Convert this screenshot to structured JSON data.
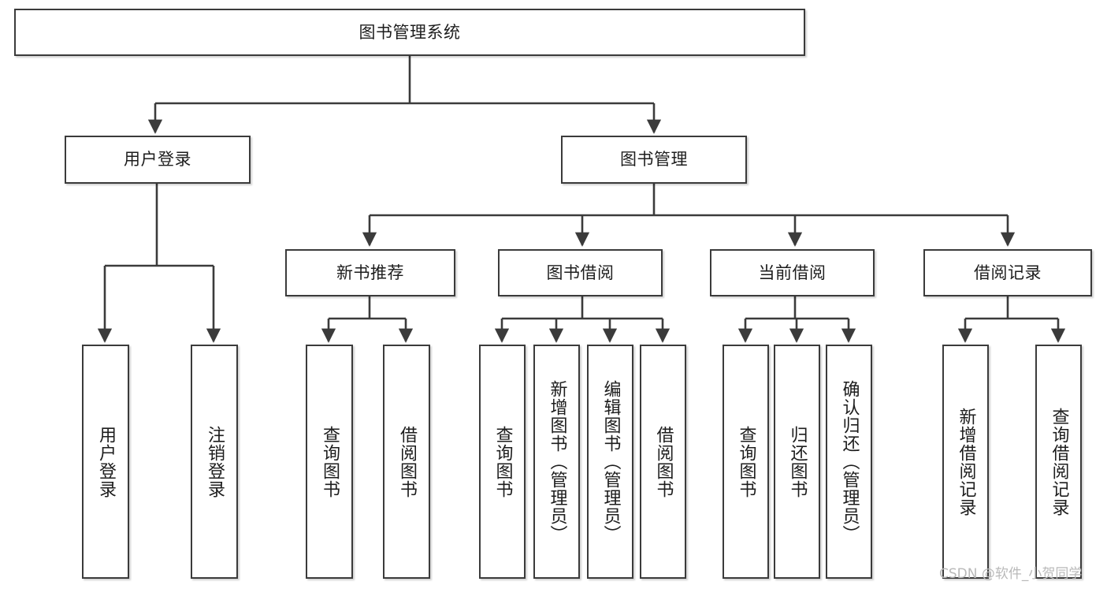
{
  "diagram": {
    "type": "tree-hierarchy-chart",
    "title": "图书管理系统",
    "watermark": "CSDN @软件_小贺同学",
    "colors": {
      "box_border": "#3b3b3b",
      "box_fill": "#ffffff",
      "connector": "#3b3b3b",
      "text": "#1d1d1d",
      "watermark": "#b9b9b9",
      "background": "#ffffff"
    },
    "levels": {
      "root": "图书管理系统",
      "level2": [
        "用户登录",
        "图书管理"
      ],
      "level3": [
        "新书推荐",
        "图书借阅",
        "当前借阅",
        "借阅记录"
      ]
    },
    "nodes": {
      "root": {
        "label": "图书管理系统"
      },
      "user_login": {
        "label": "用户登录"
      },
      "book_manage": {
        "label": "图书管理"
      },
      "new_book_rec": {
        "label": "新书推荐"
      },
      "book_borrow": {
        "label": "图书借阅"
      },
      "current_borrow": {
        "label": "当前借阅"
      },
      "borrow_record": {
        "label": "借阅记录"
      },
      "leaf_user_login": {
        "label": "用户登录"
      },
      "leaf_logout": {
        "label": "注销登录"
      },
      "leaf_query_book_1": {
        "label": "查询图书"
      },
      "leaf_borrow_book_1": {
        "label": "借阅图书"
      },
      "leaf_query_book_2": {
        "label": "查询图书"
      },
      "leaf_add_book": {
        "label": "新增图书（管理员）"
      },
      "leaf_edit_book": {
        "label": "编辑图书（管理员）"
      },
      "leaf_borrow_book_2": {
        "label": "借阅图书"
      },
      "leaf_query_book_3": {
        "label": "查询图书"
      },
      "leaf_return_book": {
        "label": "归还图书"
      },
      "leaf_confirm_return": {
        "label": "确认归还（管理员）"
      },
      "leaf_add_record": {
        "label": "新增借阅记录"
      },
      "leaf_query_record": {
        "label": "查询借阅记录"
      }
    },
    "edges": [
      {
        "from": "root",
        "to": "user_login"
      },
      {
        "from": "root",
        "to": "book_manage"
      },
      {
        "from": "user_login",
        "to": "leaf_user_login"
      },
      {
        "from": "user_login",
        "to": "leaf_logout"
      },
      {
        "from": "book_manage",
        "to": "new_book_rec"
      },
      {
        "from": "book_manage",
        "to": "book_borrow"
      },
      {
        "from": "book_manage",
        "to": "current_borrow"
      },
      {
        "from": "book_manage",
        "to": "borrow_record"
      },
      {
        "from": "new_book_rec",
        "to": "leaf_query_book_1"
      },
      {
        "from": "new_book_rec",
        "to": "leaf_borrow_book_1"
      },
      {
        "from": "book_borrow",
        "to": "leaf_query_book_2"
      },
      {
        "from": "book_borrow",
        "to": "leaf_add_book"
      },
      {
        "from": "book_borrow",
        "to": "leaf_edit_book"
      },
      {
        "from": "book_borrow",
        "to": "leaf_borrow_book_2"
      },
      {
        "from": "current_borrow",
        "to": "leaf_query_book_3"
      },
      {
        "from": "current_borrow",
        "to": "leaf_return_book"
      },
      {
        "from": "current_borrow",
        "to": "leaf_confirm_return"
      },
      {
        "from": "borrow_record",
        "to": "leaf_add_record"
      },
      {
        "from": "borrow_record",
        "to": "leaf_query_record"
      }
    ]
  }
}
